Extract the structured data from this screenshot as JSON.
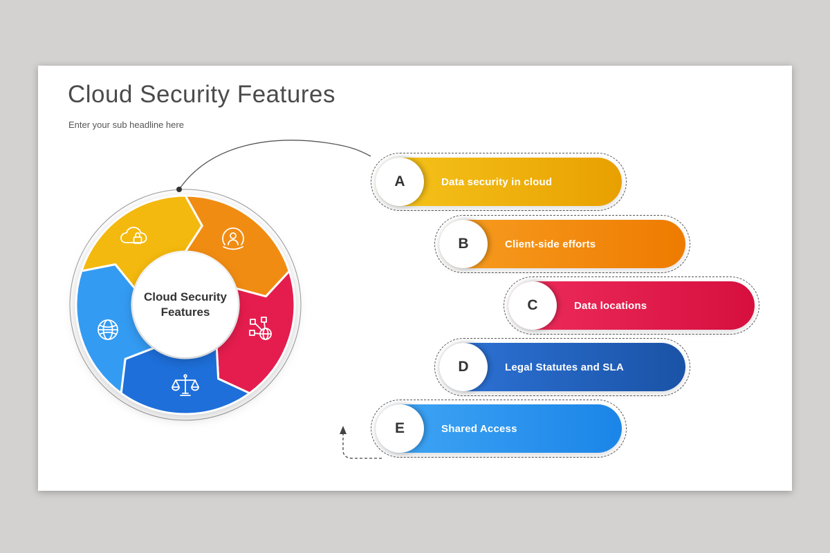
{
  "slide": {
    "title": "Cloud Security Features",
    "subtitle": "Enter your sub headline here"
  },
  "diagram": {
    "center_line1": "Cloud Security",
    "center_line2": "Features",
    "segments": [
      {
        "name": "data-security-segment",
        "color": "#f4b90e",
        "icon": "cloud-lock-icon"
      },
      {
        "name": "client-side-segment",
        "color": "#f18c13",
        "icon": "user-support-icon"
      },
      {
        "name": "data-locations-segment",
        "color": "#e51d4e",
        "icon": "data-network-icon"
      },
      {
        "name": "legal-statutes-segment",
        "color": "#1e6fd9",
        "icon": "scales-icon"
      },
      {
        "name": "shared-access-segment",
        "color": "#349bf2",
        "icon": "globe-icon"
      }
    ]
  },
  "items": [
    {
      "letter": "A",
      "label": "Data security in cloud",
      "color_start": "#f6c51d",
      "color_end": "#e8a000"
    },
    {
      "letter": "B",
      "label": "Client-side efforts",
      "color_start": "#f79e22",
      "color_end": "#ee7b00"
    },
    {
      "letter": "C",
      "label": "Data locations",
      "color_start": "#ee2d5d",
      "color_end": "#d60f3e"
    },
    {
      "letter": "D",
      "label": "Legal Statutes and SLA",
      "color_start": "#2e74d8",
      "color_end": "#1a53a6"
    },
    {
      "letter": "E",
      "label": "Shared Access",
      "color_start": "#41a7f5",
      "color_end": "#1b85e8"
    }
  ]
}
